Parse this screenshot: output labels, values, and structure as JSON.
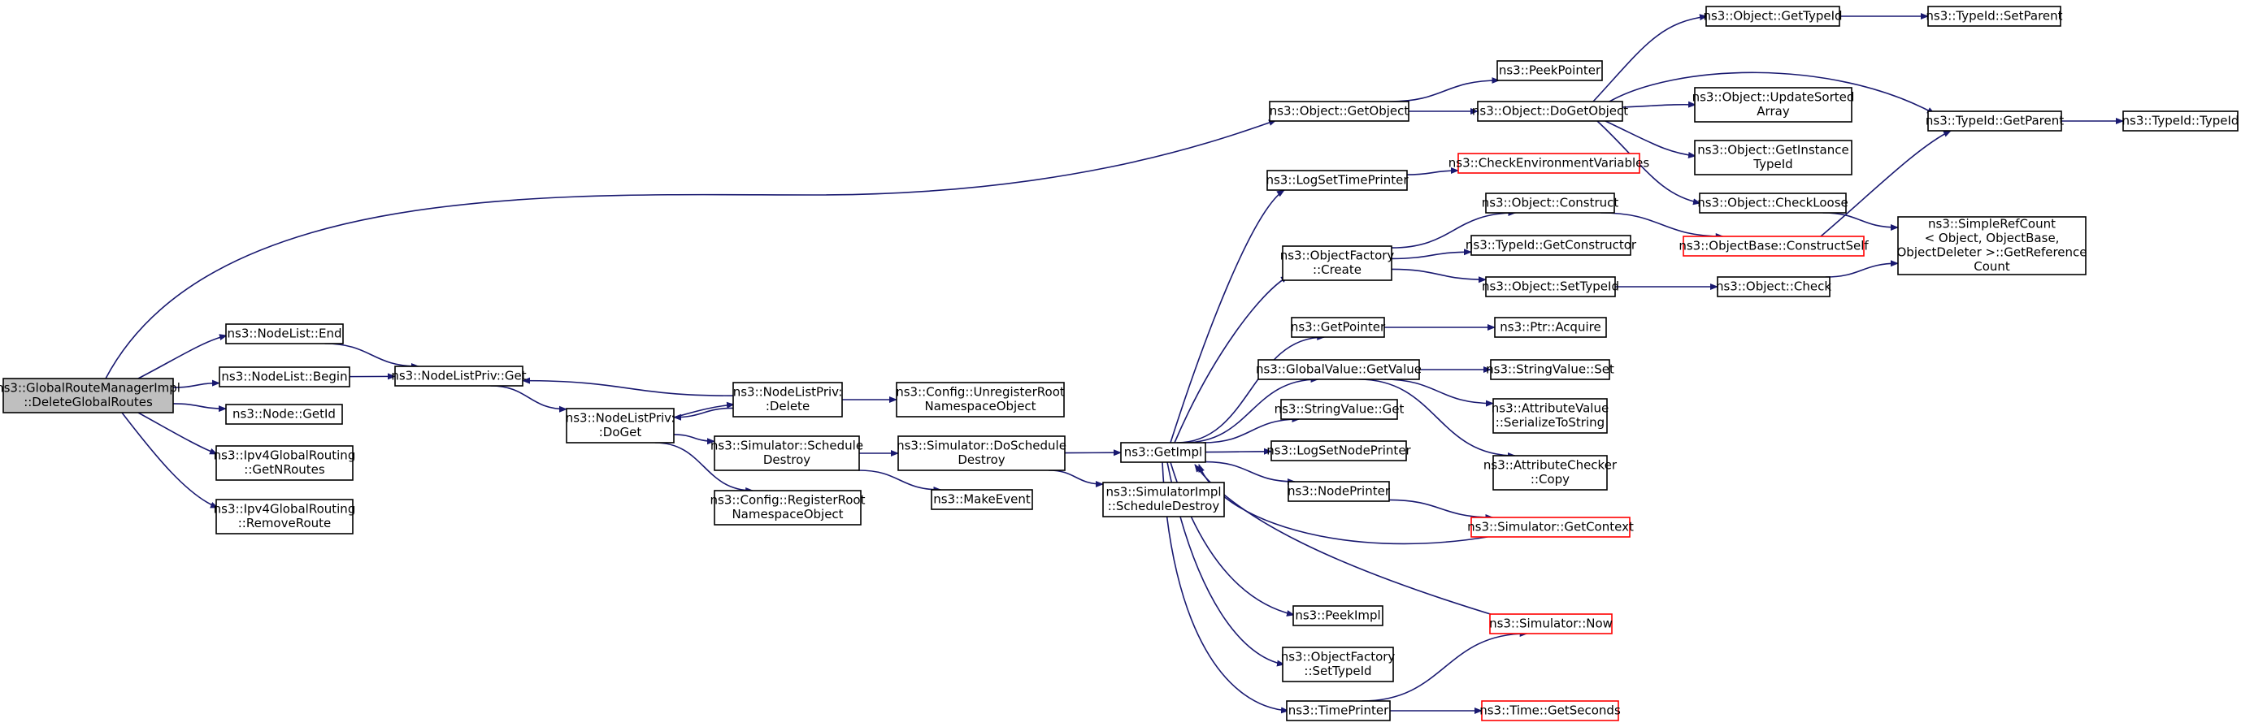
{
  "diagram": {
    "edge_color": "#191970",
    "nodes": [
      {
        "id": "root",
        "lines": [
          "ns3::GlobalRouteManagerImpl",
          "::DeleteGlobalRoutes"
        ],
        "style": "root"
      },
      {
        "id": "nl_end",
        "lines": [
          "ns3::NodeList::End"
        ]
      },
      {
        "id": "nl_begin",
        "lines": [
          "ns3::NodeList::Begin"
        ]
      },
      {
        "id": "node_getid",
        "lines": [
          "ns3::Node::GetId"
        ]
      },
      {
        "id": "ipv4_getn",
        "lines": [
          "ns3::Ipv4GlobalRouting",
          "::GetNRoutes"
        ]
      },
      {
        "id": "ipv4_remove",
        "lines": [
          "ns3::Ipv4GlobalRouting",
          "::RemoveRoute"
        ]
      },
      {
        "id": "nlp_get",
        "lines": [
          "ns3::NodeListPriv::Get"
        ]
      },
      {
        "id": "nlp_doget",
        "lines": [
          "ns3::NodeListPriv:",
          ":DoGet"
        ]
      },
      {
        "id": "nlp_delete",
        "lines": [
          "ns3::NodeListPriv:",
          ":Delete"
        ]
      },
      {
        "id": "sim_sched",
        "lines": [
          "ns3::Simulator::Schedule",
          "Destroy"
        ]
      },
      {
        "id": "cfg_register",
        "lines": [
          "ns3::Config::RegisterRoot",
          "NamespaceObject"
        ]
      },
      {
        "id": "cfg_unregister",
        "lines": [
          "ns3::Config::UnregisterRoot",
          "NamespaceObject"
        ]
      },
      {
        "id": "sim_dosched",
        "lines": [
          "ns3::Simulator::DoSchedule",
          "Destroy"
        ]
      },
      {
        "id": "makeevent",
        "lines": [
          "ns3::MakeEvent"
        ]
      },
      {
        "id": "simimpl_sched",
        "lines": [
          "ns3::SimulatorImpl",
          "::ScheduleDestroy"
        ]
      },
      {
        "id": "getimpl",
        "lines": [
          "ns3::GetImpl"
        ]
      },
      {
        "id": "obj_getobject",
        "lines": [
          "ns3::Object::GetObject"
        ]
      },
      {
        "id": "logsettime",
        "lines": [
          "ns3::LogSetTimePrinter"
        ]
      },
      {
        "id": "objfactory_create",
        "lines": [
          "ns3::ObjectFactory",
          "::Create"
        ]
      },
      {
        "id": "getpointer",
        "lines": [
          "ns3::GetPointer"
        ]
      },
      {
        "id": "gv_getvalue",
        "lines": [
          "ns3::GlobalValue::GetValue"
        ]
      },
      {
        "id": "sv_get",
        "lines": [
          "ns3::StringValue::Get"
        ]
      },
      {
        "id": "logsetnode",
        "lines": [
          "ns3::LogSetNodePrinter"
        ]
      },
      {
        "id": "nodeprinter",
        "lines": [
          "ns3::NodePrinter"
        ]
      },
      {
        "id": "peekimpl",
        "lines": [
          "ns3::PeekImpl"
        ]
      },
      {
        "id": "objfactory_settypeid",
        "lines": [
          "ns3::ObjectFactory",
          "::SetTypeId"
        ]
      },
      {
        "id": "timeprinter",
        "lines": [
          "ns3::TimePrinter"
        ]
      },
      {
        "id": "peekpointer",
        "lines": [
          "ns3::PeekPointer"
        ]
      },
      {
        "id": "obj_dogetobject",
        "lines": [
          "ns3::Object::DoGetObject"
        ]
      },
      {
        "id": "checkenv",
        "lines": [
          "ns3::CheckEnvironmentVariables"
        ],
        "style": "red"
      },
      {
        "id": "obj_construct",
        "lines": [
          "ns3::Object::Construct"
        ]
      },
      {
        "id": "typeid_getctor",
        "lines": [
          "ns3::TypeId::GetConstructor"
        ]
      },
      {
        "id": "obj_settypeid",
        "lines": [
          "ns3::Object::SetTypeId"
        ]
      },
      {
        "id": "ptr_acquire",
        "lines": [
          "ns3::Ptr::Acquire"
        ]
      },
      {
        "id": "sv_set",
        "lines": [
          "ns3::StringValue::Set"
        ]
      },
      {
        "id": "av_serialize",
        "lines": [
          "ns3::AttributeValue",
          "::SerializeToString"
        ]
      },
      {
        "id": "ac_copy",
        "lines": [
          "ns3::AttributeChecker",
          "::Copy"
        ]
      },
      {
        "id": "sim_getcontext",
        "lines": [
          "ns3::Simulator::GetContext"
        ],
        "style": "red"
      },
      {
        "id": "sim_now",
        "lines": [
          "ns3::Simulator::Now"
        ],
        "style": "red"
      },
      {
        "id": "time_getseconds",
        "lines": [
          "ns3::Time::GetSeconds"
        ],
        "style": "red"
      },
      {
        "id": "obj_gettypeid",
        "lines": [
          "ns3::Object::GetTypeId"
        ]
      },
      {
        "id": "obj_updatesorted",
        "lines": [
          "ns3::Object::UpdateSorted",
          "Array"
        ]
      },
      {
        "id": "obj_getinstance",
        "lines": [
          "ns3::Object::GetInstance",
          "TypeId"
        ]
      },
      {
        "id": "obj_checkloose",
        "lines": [
          "ns3::Object::CheckLoose"
        ]
      },
      {
        "id": "ob_constructself",
        "lines": [
          "ns3::ObjectBase::ConstructSelf"
        ],
        "style": "red"
      },
      {
        "id": "obj_check",
        "lines": [
          "ns3::Object::Check"
        ]
      },
      {
        "id": "typeid_setparent",
        "lines": [
          "ns3::TypeId::SetParent"
        ]
      },
      {
        "id": "typeid_getparent",
        "lines": [
          "ns3::TypeId::GetParent"
        ]
      },
      {
        "id": "srefcount",
        "lines": [
          "ns3::SimpleRefCount",
          "< Object, ObjectBase,",
          "ObjectDeleter >::GetReference",
          "Count"
        ]
      },
      {
        "id": "typeid_typeid",
        "lines": [
          "ns3::TypeId::TypeId"
        ]
      }
    ],
    "edges": [
      [
        "root",
        "obj_getobject"
      ],
      [
        "root",
        "nl_end"
      ],
      [
        "root",
        "nl_begin"
      ],
      [
        "root",
        "node_getid"
      ],
      [
        "root",
        "ipv4_getn"
      ],
      [
        "root",
        "ipv4_remove"
      ],
      [
        "nl_end",
        "nlp_get"
      ],
      [
        "nl_begin",
        "nlp_get"
      ],
      [
        "nlp_get",
        "nlp_doget"
      ],
      [
        "nlp_delete",
        "nlp_get"
      ],
      [
        "nlp_delete",
        "nlp_doget"
      ],
      [
        "nlp_doget",
        "nlp_delete"
      ],
      [
        "nlp_doget",
        "sim_sched"
      ],
      [
        "nlp_doget",
        "cfg_register"
      ],
      [
        "nlp_delete",
        "cfg_unregister"
      ],
      [
        "sim_sched",
        "sim_dosched"
      ],
      [
        "sim_sched",
        "makeevent"
      ],
      [
        "sim_dosched",
        "getimpl"
      ],
      [
        "sim_dosched",
        "simimpl_sched"
      ],
      [
        "getimpl",
        "logsettime"
      ],
      [
        "getimpl",
        "objfactory_create"
      ],
      [
        "getimpl",
        "getpointer"
      ],
      [
        "getimpl",
        "gv_getvalue"
      ],
      [
        "getimpl",
        "sv_get"
      ],
      [
        "getimpl",
        "logsetnode"
      ],
      [
        "getimpl",
        "nodeprinter"
      ],
      [
        "getimpl",
        "peekimpl"
      ],
      [
        "getimpl",
        "objfactory_settypeid"
      ],
      [
        "getimpl",
        "timeprinter"
      ],
      [
        "sim_getcontext",
        "getimpl"
      ],
      [
        "sim_now",
        "getimpl"
      ],
      [
        "obj_getobject",
        "peekpointer"
      ],
      [
        "obj_getobject",
        "obj_dogetobject"
      ],
      [
        "logsettime",
        "checkenv"
      ],
      [
        "objfactory_create",
        "obj_construct"
      ],
      [
        "objfactory_create",
        "typeid_getctor"
      ],
      [
        "objfactory_create",
        "obj_settypeid"
      ],
      [
        "getpointer",
        "ptr_acquire"
      ],
      [
        "gv_getvalue",
        "sv_set"
      ],
      [
        "gv_getvalue",
        "av_serialize"
      ],
      [
        "gv_getvalue",
        "ac_copy"
      ],
      [
        "nodeprinter",
        "sim_getcontext"
      ],
      [
        "timeprinter",
        "sim_now"
      ],
      [
        "timeprinter",
        "time_getseconds"
      ],
      [
        "obj_dogetobject",
        "obj_gettypeid"
      ],
      [
        "obj_dogetobject",
        "typeid_getparent"
      ],
      [
        "obj_dogetobject",
        "obj_updatesorted"
      ],
      [
        "obj_dogetobject",
        "obj_getinstance"
      ],
      [
        "obj_dogetobject",
        "obj_checkloose"
      ],
      [
        "obj_construct",
        "ob_constructself"
      ],
      [
        "obj_settypeid",
        "obj_check"
      ],
      [
        "obj_gettypeid",
        "typeid_setparent"
      ],
      [
        "obj_checkloose",
        "srefcount"
      ],
      [
        "obj_check",
        "srefcount"
      ],
      [
        "ob_constructself",
        "typeid_getparent"
      ],
      [
        "typeid_getparent",
        "typeid_typeid"
      ]
    ]
  }
}
